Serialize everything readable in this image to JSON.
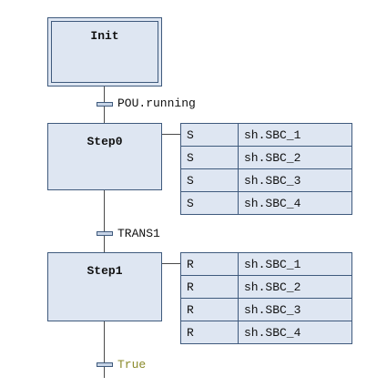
{
  "steps": {
    "init": {
      "name": "Init"
    },
    "step0": {
      "name": "Step0",
      "actions": [
        {
          "qualifier": "S",
          "variable": "sh.SBC_1"
        },
        {
          "qualifier": "S",
          "variable": "sh.SBC_2"
        },
        {
          "qualifier": "S",
          "variable": "sh.SBC_3"
        },
        {
          "qualifier": "S",
          "variable": "sh.SBC_4"
        }
      ]
    },
    "step1": {
      "name": "Step1",
      "actions": [
        {
          "qualifier": "R",
          "variable": "sh.SBC_1"
        },
        {
          "qualifier": "R",
          "variable": "sh.SBC_2"
        },
        {
          "qualifier": "R",
          "variable": "sh.SBC_3"
        },
        {
          "qualifier": "R",
          "variable": "sh.SBC_4"
        }
      ]
    }
  },
  "transitions": {
    "t1": {
      "condition": "POU.running",
      "color": "#111111"
    },
    "t2": {
      "condition": "TRANS1",
      "color": "#111111"
    },
    "t3": {
      "condition": "True",
      "color": "#8a8a2a"
    }
  }
}
